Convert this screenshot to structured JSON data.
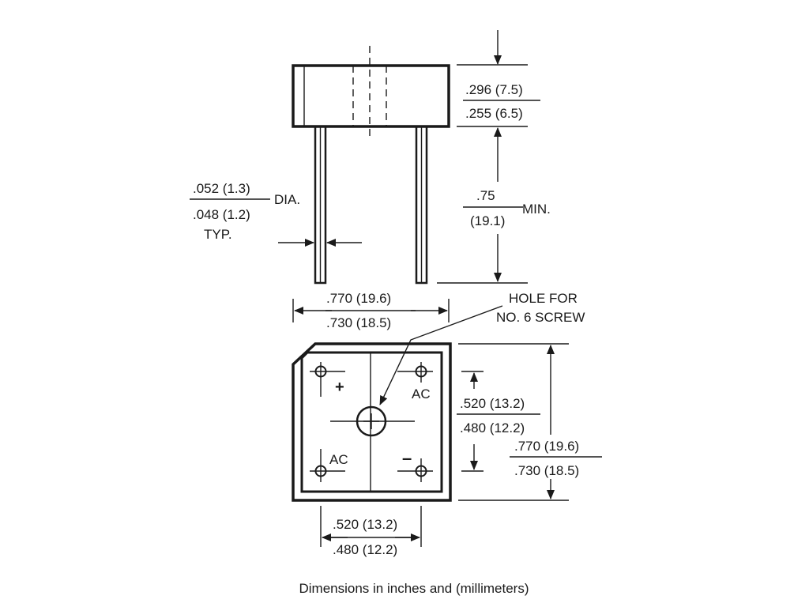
{
  "caption": "Dimensions in inches and (millimeters)",
  "side_view": {
    "body_height": {
      "max": ".296 (7.5)",
      "min": ".255 (6.5)"
    },
    "lead_length": {
      "max": ".75",
      "min": "(19.1)",
      "note": "MIN."
    },
    "lead_diameter": {
      "max": ".052 (1.3)",
      "min": ".048 (1.2)",
      "suffix": "DIA.",
      "note": "TYP."
    },
    "lead_spacing": {
      "max": ".770 (19.6)",
      "min": ".730 (18.5)"
    }
  },
  "bottom_view": {
    "hole_label": {
      "line1": "HOLE FOR",
      "line2": "NO. 6 SCREW"
    },
    "terminals": {
      "plus": "+",
      "minus": "–",
      "ac_top": "AC",
      "ac_bottom": "AC"
    },
    "inner_vertical": {
      "max": ".520 (13.2)",
      "min": ".480 (12.2)"
    },
    "outer_vertical": {
      "max": ".770 (19.6)",
      "min": ".730 (18.5)"
    },
    "inner_horizontal": {
      "max": ".520 (13.2)",
      "min": ".480 (12.2)"
    }
  }
}
